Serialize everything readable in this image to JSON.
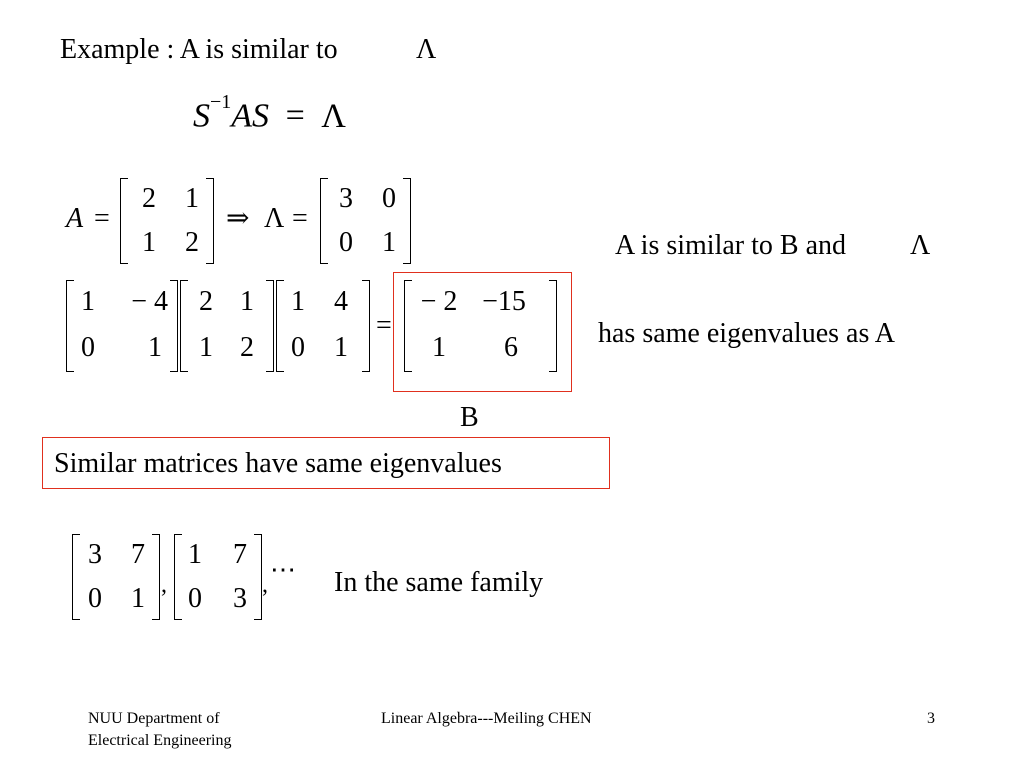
{
  "slide": {
    "heading": "Example : A is similar to",
    "heading_symbol": "Λ",
    "main_equation": {
      "lhs_base": "S",
      "lhs_exponent": "−1",
      "lhs_rest": "AS",
      "equals": "=",
      "rhs": "Λ"
    },
    "eq1": {
      "lhs_var": "A",
      "equals": "=",
      "matrix_A": [
        [
          "2",
          "1"
        ],
        [
          "1",
          "2"
        ]
      ],
      "implies": "⇒",
      "lambda": "Λ",
      "equals2": "=",
      "matrix_Lambda": [
        [
          "3",
          "0"
        ],
        [
          "0",
          "1"
        ]
      ]
    },
    "similar_note": {
      "text": "A is similar to B and",
      "symbol": "Λ",
      "line2": "has same eigenvalues as A"
    },
    "eq2": {
      "matrix_S_inv": [
        [
          "1",
          "− 4"
        ],
        [
          "0",
          "1"
        ]
      ],
      "matrix_A": [
        [
          "2",
          "1"
        ],
        [
          "1",
          "2"
        ]
      ],
      "matrix_S": [
        [
          "1",
          "4"
        ],
        [
          "0",
          "1"
        ]
      ],
      "equals": "=",
      "matrix_B": [
        [
          "− 2",
          "−15"
        ],
        [
          "1",
          "6"
        ]
      ],
      "b_label": "B"
    },
    "key_statement": "Similar matrices have same eigenvalues",
    "family": {
      "matrix_1": [
        [
          "3",
          "7"
        ],
        [
          "0",
          "1"
        ]
      ],
      "comma_1": ",",
      "matrix_2": [
        [
          "1",
          "7"
        ],
        [
          "0",
          "3"
        ]
      ],
      "comma_2": ",",
      "ellipsis": "⋯",
      "caption": "In the same family"
    },
    "highlight_color": "#e0301e"
  },
  "footer": {
    "dept_line1": "NUU Department of",
    "dept_line2": "Electrical Engineering",
    "course": "Linear Algebra---Meiling CHEN",
    "page_number": "3"
  }
}
